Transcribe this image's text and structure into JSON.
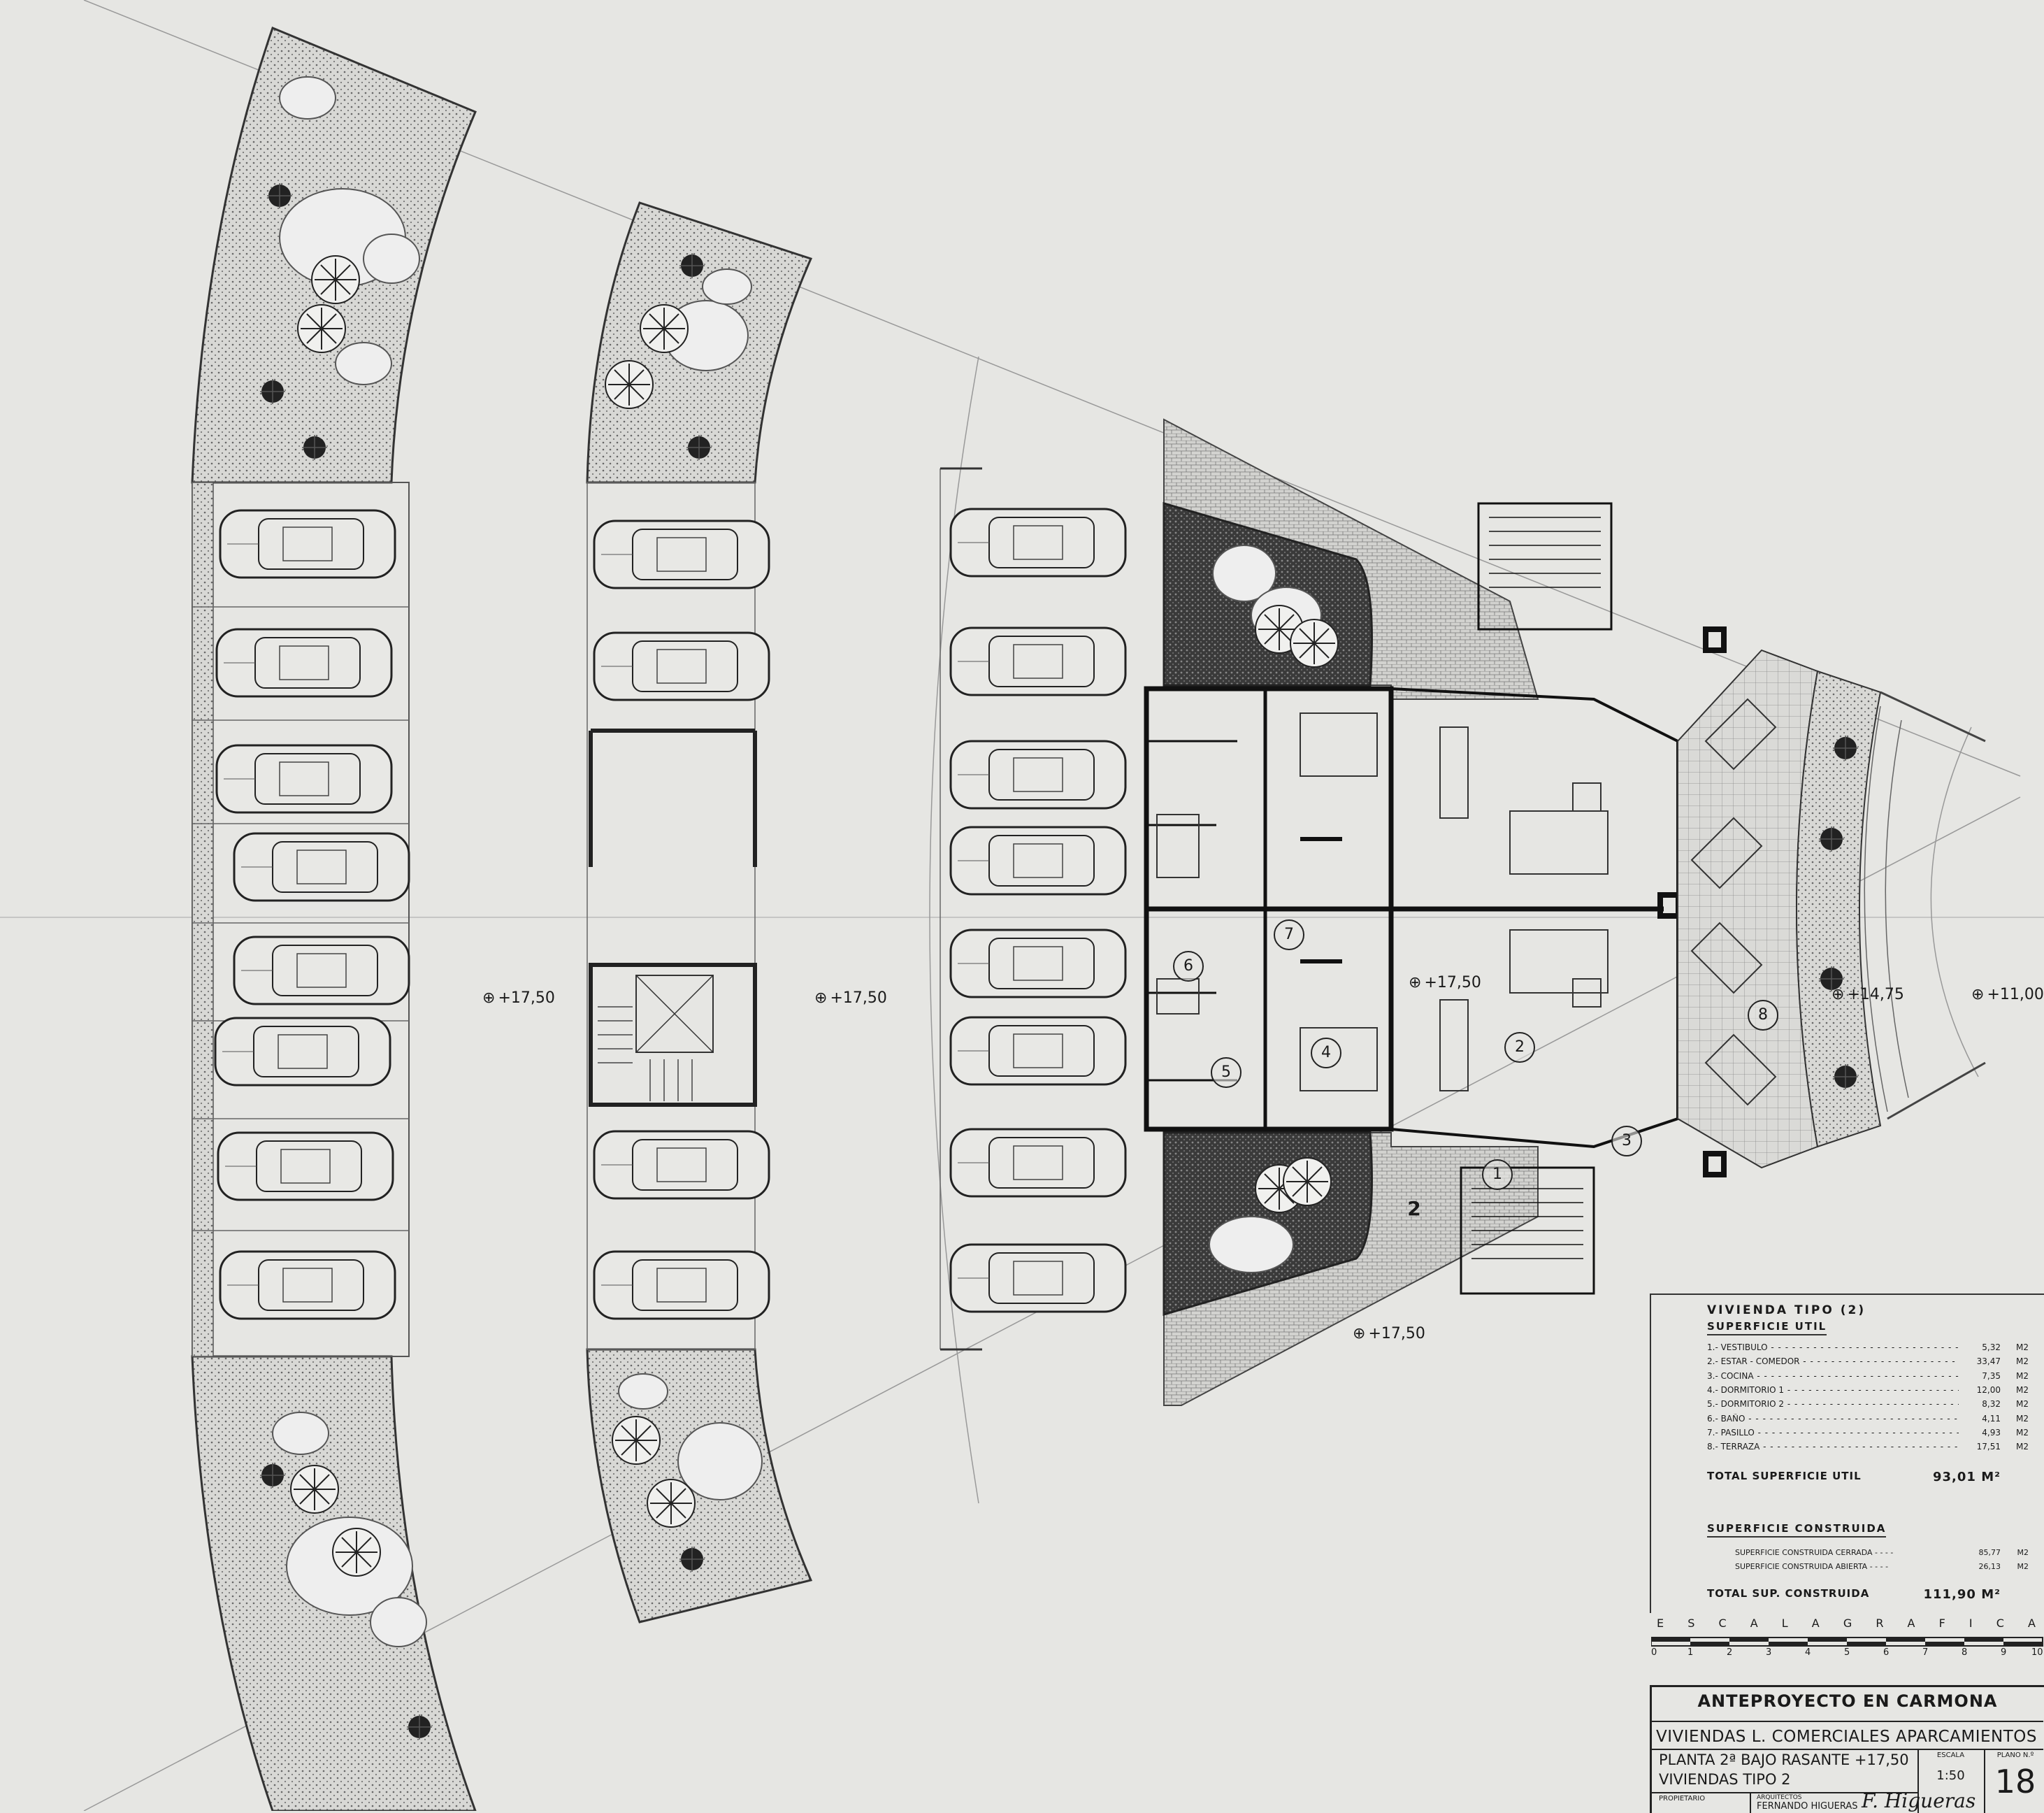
{
  "levels": {
    "left_street": "+17,50",
    "center_street": "+17,50",
    "front_entry": "+17,50",
    "living": "+17,50",
    "terrace": "+14,75",
    "outer": "+11,00"
  },
  "room_numbers": [
    "1",
    "2",
    "3",
    "4",
    "5",
    "6",
    "7",
    "8"
  ],
  "access_number": "2",
  "area_table": {
    "title": "VIVIENDA  TIPO  (2)",
    "subtitle": "SUPERFICIE  UTIL",
    "rows": [
      {
        "label": "1.-  VESTIBULO",
        "value": "5,32",
        "unit": "M2"
      },
      {
        "label": "2.-  ESTAR - COMEDOR",
        "value": "33,47",
        "unit": "M2"
      },
      {
        "label": "3.-  COCINA",
        "value": "7,35",
        "unit": "M2"
      },
      {
        "label": "4.-  DORMITORIO 1",
        "value": "12,00",
        "unit": "M2"
      },
      {
        "label": "5.-  DORMITORIO 2",
        "value": "8,32",
        "unit": "M2"
      },
      {
        "label": "6.-  BAÑO",
        "value": "4,11",
        "unit": "M2"
      },
      {
        "label": "7.-  PASILLO",
        "value": "4,93",
        "unit": "M2"
      },
      {
        "label": "8.-  TERRAZA",
        "value": "17,51",
        "unit": "M2"
      }
    ],
    "total_util_label": "TOTAL  SUPERFICIE  UTIL",
    "total_util_value": "93,01  M²",
    "built_subtitle": "SUPERFICIE  CONSTRUIDA",
    "built_rows": [
      {
        "label": "SUPERFICIE CONSTRUIDA CERRADA  - - - -",
        "value": "85,77",
        "unit": "M2"
      },
      {
        "label": "SUPERFICIE CONSTRUIDA ABIERTA  - - - -",
        "value": "26,13",
        "unit": "M2"
      }
    ],
    "total_built_label": "TOTAL  SUP.  CONSTRUIDA",
    "total_built_value": "111,90  M²"
  },
  "scale_bar": {
    "label_letters": [
      "E",
      "S",
      "C",
      "A",
      "L",
      "A",
      "G",
      "R",
      "A",
      "F",
      "I",
      "C",
      "A"
    ],
    "numbers": [
      "0",
      "1",
      "2",
      "3",
      "4",
      "5",
      "6",
      "7",
      "8",
      "9",
      "10"
    ]
  },
  "title_block": {
    "project": "ANTEPROYECTO EN CARMONA",
    "program": "VIVIENDAS L. COMERCIALES APARCAMIENTOS",
    "sheet_line1": "PLANTA 2ª BAJO RASANTE +17,50",
    "sheet_line2": "VIVIENDAS TIPO 2",
    "scale_label": "ESCALA",
    "scale_value": "1:50",
    "plan_label": "PLANO N.º",
    "plan_number": "18",
    "owner_label": "PROPIETARIO",
    "architect_label": "ARQUITECTOS",
    "architect_name": "FERNANDO HIGUERAS",
    "signature": "F. Higueras"
  }
}
